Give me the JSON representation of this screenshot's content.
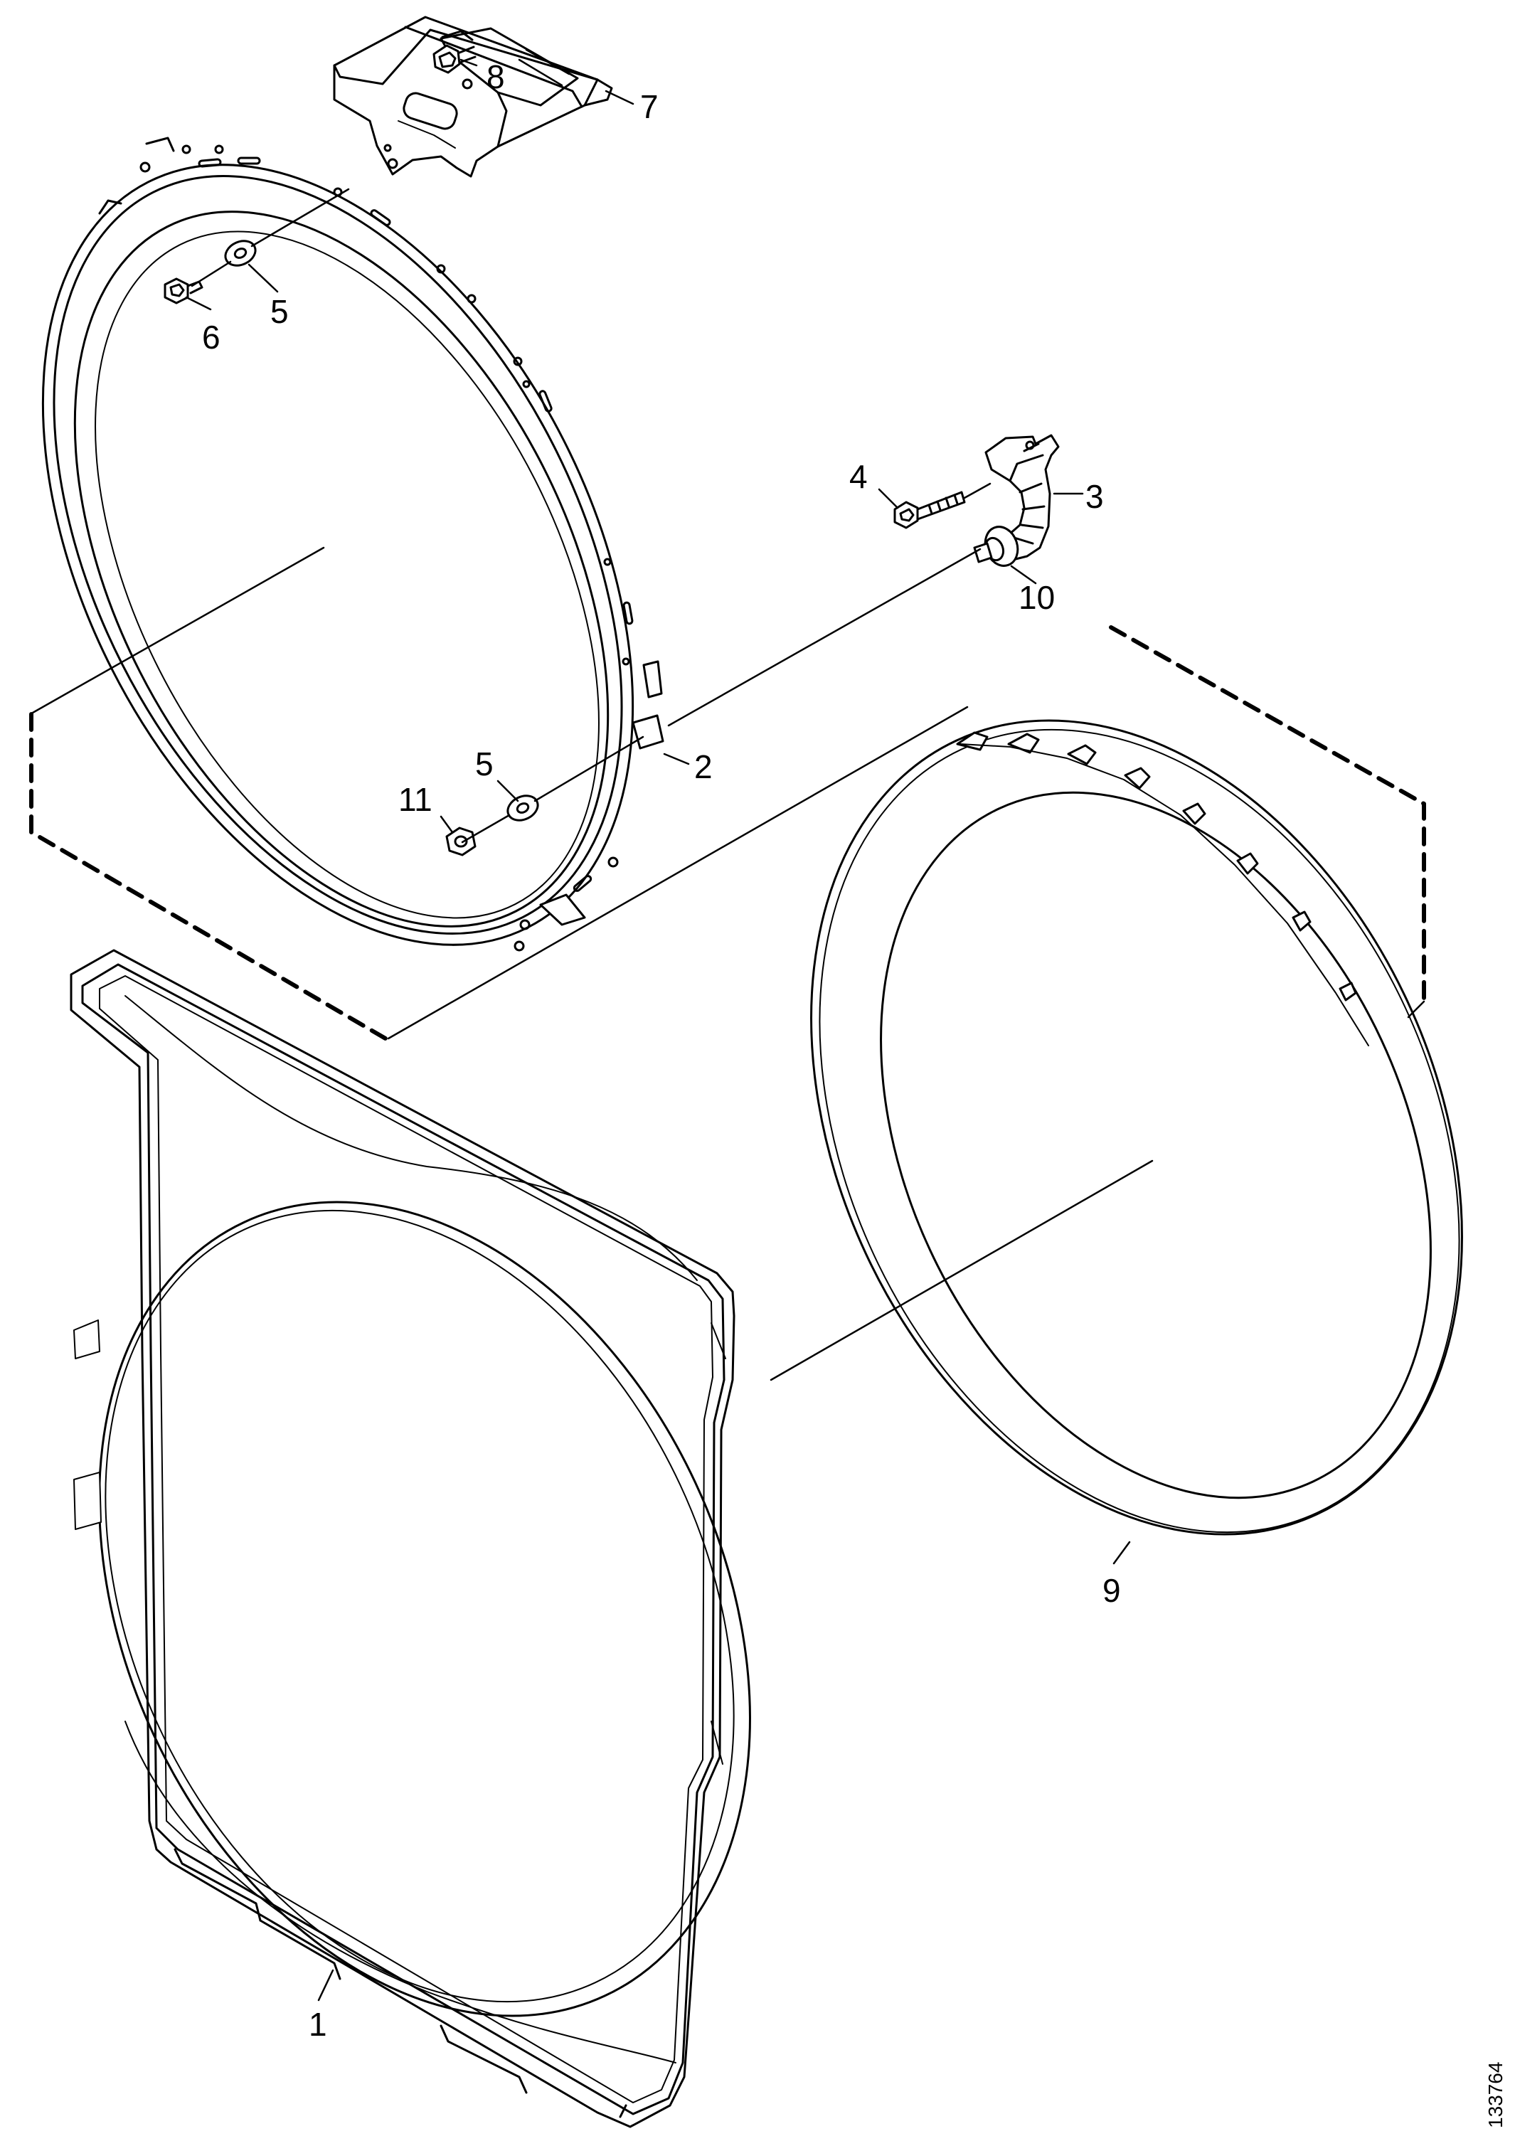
{
  "drawing_number": "133764",
  "colors": {
    "line": "#000000",
    "background": "#ffffff",
    "fill": "#ffffff"
  },
  "parts": [
    {
      "id": "part-1",
      "label": "1",
      "name": "front-panel"
    },
    {
      "id": "part-2",
      "label": "2",
      "name": "outer-ring"
    },
    {
      "id": "part-3",
      "label": "3",
      "name": "bracket"
    },
    {
      "id": "part-4",
      "label": "4",
      "name": "bolt"
    },
    {
      "id": "part-5a",
      "label": "5",
      "name": "washer-upper"
    },
    {
      "id": "part-5b",
      "label": "5",
      "name": "washer-lower"
    },
    {
      "id": "part-6",
      "label": "6",
      "name": "screw"
    },
    {
      "id": "part-7",
      "label": "7",
      "name": "mounting-plate"
    },
    {
      "id": "part-8",
      "label": "8",
      "name": "plate-screw"
    },
    {
      "id": "part-9",
      "label": "9",
      "name": "gasket-ring"
    },
    {
      "id": "part-10",
      "label": "10",
      "name": "damper-bushing"
    },
    {
      "id": "part-11",
      "label": "11",
      "name": "nut"
    }
  ]
}
